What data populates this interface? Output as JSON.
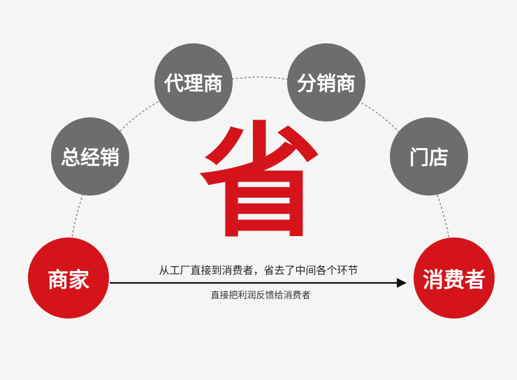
{
  "nodes": {
    "merchant": "商家",
    "distributor": "总经销",
    "agent": "代理商",
    "reseller": "分销商",
    "store": "门店",
    "consumer": "消费者"
  },
  "center_char": "省",
  "captions": {
    "top": "从工厂直接到消费者，省去了中间各个环节",
    "bottom": "直接把利润反馈给消费者"
  },
  "colors": {
    "accent_red": "#d4141a",
    "node_gray": "#6d6d6d",
    "background": "#f5f5f5"
  }
}
